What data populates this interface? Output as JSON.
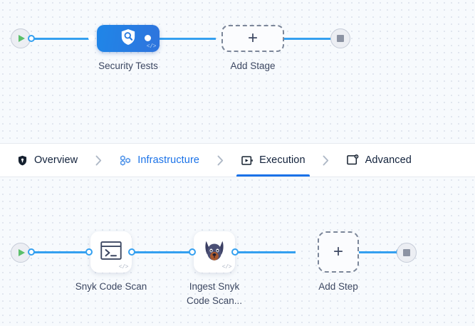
{
  "tabs": [
    {
      "id": "overview",
      "label": "Overview",
      "icon": "shield-icon",
      "state": "default"
    },
    {
      "id": "infrastructure",
      "label": "Infrastructure",
      "icon": "infrastructure-icon",
      "state": "link"
    },
    {
      "id": "execution",
      "label": "Execution",
      "icon": "execution-icon",
      "state": "active"
    },
    {
      "id": "advanced",
      "label": "Advanced",
      "icon": "advanced-gear-icon",
      "state": "default"
    }
  ],
  "stage_canvas": {
    "start_node": {
      "icon": "play-icon"
    },
    "end_node": {
      "icon": "stop-icon"
    },
    "stages": [
      {
        "id": "security-tests",
        "label": "Security Tests",
        "icon": "shield-search-icon",
        "badge": "</>",
        "type": "stage"
      },
      {
        "id": "add-stage",
        "label": "Add Stage",
        "icon": "plus-icon",
        "type": "add"
      }
    ]
  },
  "step_canvas": {
    "start_node": {
      "icon": "play-icon"
    },
    "end_node": {
      "icon": "stop-icon"
    },
    "steps": [
      {
        "id": "snyk-code-scan",
        "label": "Snyk Code Scan",
        "icon": "terminal-icon",
        "badge": "</>",
        "type": "step"
      },
      {
        "id": "ingest-snyk-code-scan",
        "label": "Ingest Snyk\nCode Scan...",
        "icon": "snyk-dog-icon",
        "badge": "</>",
        "type": "step"
      },
      {
        "id": "add-step",
        "label": "Add Step",
        "icon": "plus-icon",
        "type": "add"
      }
    ]
  },
  "icons": {
    "plus": "+",
    "chevron": "›"
  },
  "colors": {
    "accent_blue": "#1a72e8",
    "edge_blue": "#34a0f0",
    "node_blue_start": "#1f86e8",
    "node_blue_end": "#2f74dd",
    "play_green": "#5bbf6a",
    "stop_gray": "#8c93a3",
    "canvas_bg": "#f7fafd",
    "tabbar_bg": "#ffffff",
    "text_dark": "#10203a",
    "text_muted": "#3c4761"
  }
}
